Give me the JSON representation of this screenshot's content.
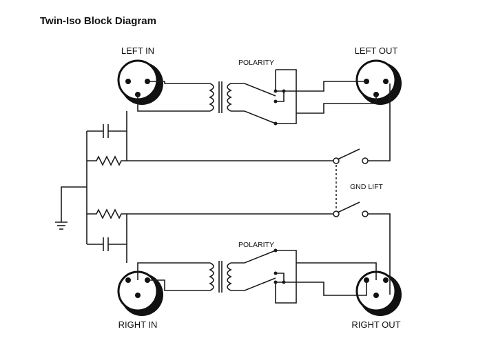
{
  "title": "Twin-Iso Block Diagram",
  "labels": {
    "left_in": "LEFT IN",
    "left_out": "LEFT OUT",
    "right_in": "RIGHT IN",
    "right_out": "RIGHT OUT",
    "polarity_top": "POLARITY",
    "polarity_bottom": "POLARITY",
    "gnd_lift": "GND LIFT"
  }
}
